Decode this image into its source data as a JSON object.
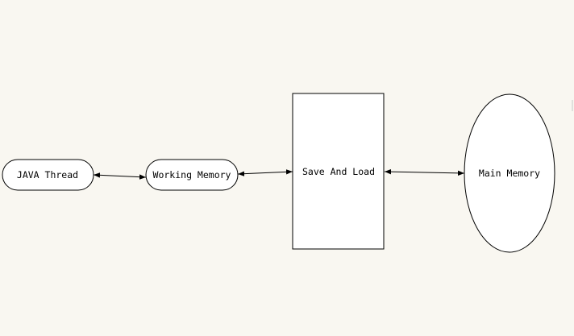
{
  "nodes": {
    "java_thread": "JAVA Thread",
    "working_memory": "Working Memory",
    "save_and_load": "Save And Load",
    "main_memory": "Main Memory"
  },
  "edges": [
    {
      "from": "java_thread",
      "to": "working_memory",
      "direction": "both"
    },
    {
      "from": "working_memory",
      "to": "save_and_load",
      "direction": "both"
    },
    {
      "from": "save_and_load",
      "to": "main_memory",
      "direction": "both"
    }
  ],
  "colors": {
    "background": "#f9f7f1",
    "node_fill": "#ffffff",
    "stroke": "#000000"
  }
}
